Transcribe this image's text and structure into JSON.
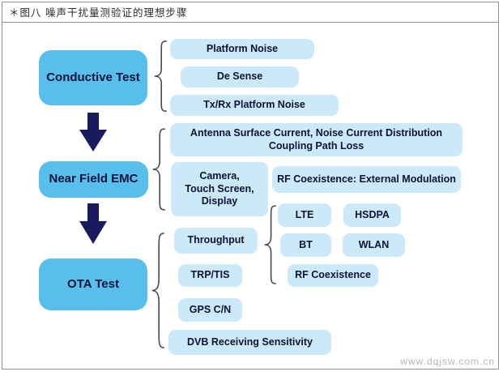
{
  "page": {
    "title": "＊图八 噪声干扰量测验证的理想步骤",
    "watermark": "www.dqjsw.com.cn"
  },
  "colors": {
    "primary_box": "#58bfed",
    "secondary_box": "#cbe9f8",
    "arrow": "#1a1b5f",
    "box_text": "#0d1238",
    "brace": "#4a4a4a",
    "frame_border": "#909090",
    "title_text": "#2b2b2b",
    "watermark_text": "#b5b5b5"
  },
  "stages": {
    "conductive": {
      "label": "Conductive Test",
      "items": {
        "platform_noise": "Platform Noise",
        "de_sense": "De Sense",
        "txrx_platform_noise": "Tx/Rx Platform Noise"
      }
    },
    "near_field": {
      "label": "Near Field EMC",
      "antenna_line1": "Antenna Surface Current, Noise Current Distribution",
      "antenna_line2": "Coupling Path Loss",
      "camera_line1": "Camera,",
      "camera_line2": "Touch Screen,",
      "camera_line3": "Display",
      "rf_coexistence_external": "RF Coexistence: External Modulation"
    },
    "ota": {
      "label": "OTA Test",
      "throughput": "Throughput",
      "trp_tis": "TRP/TIS",
      "gps_cn": "GPS C/N",
      "dvb": "DVB Receiving Sensitivity",
      "throughput_children": {
        "lte": "LTE",
        "hsdpa": "HSDPA",
        "bt": "BT",
        "wlan": "WLAN",
        "rf_coexistence": "RF Coexistence"
      }
    }
  }
}
